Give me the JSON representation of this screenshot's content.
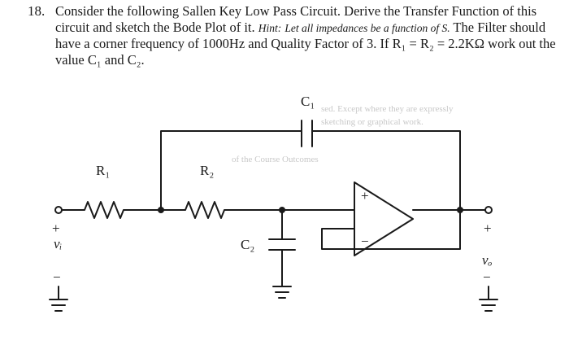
{
  "question": {
    "number": "18.",
    "lines": [
      "Consider the following Sallen Key Low Pass Circuit.  Derive the Transfer Function of this",
      "circuit and sketch the Bode Plot of it.",
      "have a corner frequency of 1000Hz and Quality Factor of 3.  If R₁ = R₂ = 2.2KΩ work out the",
      "value C₁ and C₂."
    ],
    "hint_label": "Hint:",
    "hint_text": "Let all impedances be a function of S.",
    "line2_tail": "The Filter should"
  },
  "circuit": {
    "labels": {
      "c1": "C₁",
      "r1": "R₁",
      "r2": "R₂",
      "c2": "C₂",
      "vi": "vᵢ",
      "vo": "vₒ",
      "plus_in": "+",
      "minus_in": "−",
      "plus_out": "+",
      "minus_out": "−",
      "opamp_plus": "+",
      "opamp_minus": "−"
    },
    "bleed_text": [
      "sed. Except where they are expressly",
      "sketching or graphical work.",
      "of the Course Outcomes"
    ]
  }
}
